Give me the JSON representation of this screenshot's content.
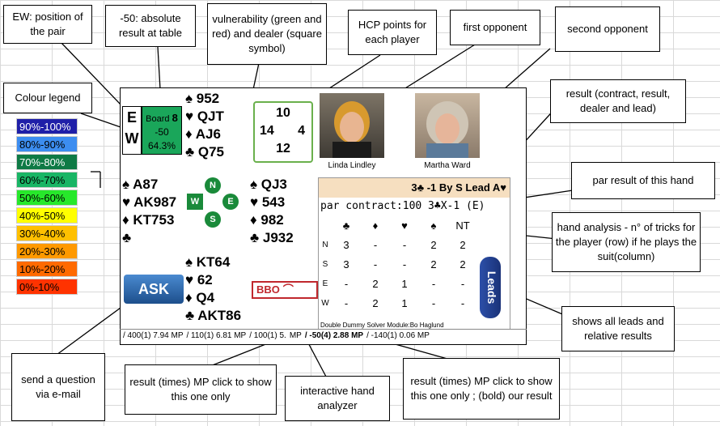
{
  "legend": {
    "title": "Colour legend",
    "items": [
      {
        "label": "90%-100%",
        "color": "#1f1fa8",
        "text_color": "#ffffff"
      },
      {
        "label": "80%-90%",
        "color": "#3c8df0",
        "text_color": "#000000"
      },
      {
        "label": "70%-80%",
        "color": "#0e7a45",
        "text_color": "#ffffff"
      },
      {
        "label": "60%-70%",
        "color": "#19b565",
        "text_color": "#000000"
      },
      {
        "label": "50%-60%",
        "color": "#27e82b",
        "text_color": "#000000"
      },
      {
        "label": "40%-50%",
        "color": "#ffff00",
        "text_color": "#000000"
      },
      {
        "label": "30%-40%",
        "color": "#ffc000",
        "text_color": "#000000"
      },
      {
        "label": "20%-30%",
        "color": "#ff9900",
        "text_color": "#000000"
      },
      {
        "label": "10%-20%",
        "color": "#ff6a00",
        "text_color": "#000000"
      },
      {
        "label": "0%-10%",
        "color": "#ff3300",
        "text_color": "#000000"
      }
    ]
  },
  "callouts": {
    "ew_position": "EW: position of the pair",
    "absolute_result": "-50: absolute result at table",
    "vulnerability": "vulnerability (green and red) and dealer (square symbol)",
    "hcp_points": "HCP points for each player",
    "first_opponent": "first opponent",
    "second_opponent": "second opponent",
    "result_info": "result (contract, result, dealer and lead)",
    "par_result": "par  result of this hand",
    "hand_analysis": "hand analysis - n° of tricks for  the player (row)  if  he plays the suit(column)",
    "leads_info": "shows all leads and relative results",
    "send_question": "send a question via e-mail",
    "result_mp_1": "result  (times) MP click to show this one only",
    "interactive_analyzer": "interactive hand analyzer",
    "result_mp_2": "result (times) MP click to show this one only ; (bold) our result"
  },
  "board": {
    "ew_top": "E",
    "ew_bottom": "W",
    "board_label": "Board",
    "board_number": "8",
    "score": "-50",
    "percent": "64.3%"
  },
  "hcp": {
    "north": "10",
    "west": "14",
    "east": "4",
    "south": "12"
  },
  "compass": {
    "n": "N",
    "e": "E",
    "s": "S",
    "w": "W"
  },
  "hands": {
    "north": {
      "spades": "♠ 952",
      "hearts": "♥ QJT",
      "diamonds": "♦ AJ6",
      "clubs": "♣ Q75"
    },
    "west": {
      "spades": "♠ A87",
      "hearts": "♥ AK987",
      "diamonds": "♦ KT753",
      "clubs": "♣"
    },
    "east": {
      "spades": "♠ QJ3",
      "hearts": "♥ 543",
      "diamonds": "♦ 982",
      "clubs": "♣ J932"
    },
    "south": {
      "spades": "♠ KT64",
      "hearts": "♥ 62",
      "diamonds": "♦ Q4",
      "clubs": "♣ AKT86"
    }
  },
  "players": {
    "first": {
      "name": "Linda Lindley"
    },
    "second": {
      "name": "Martha Ward"
    }
  },
  "result_line": "3♣ -1 By S Lead A♥",
  "par_line": "par  contract:100  3♣X-1 (E)",
  "dd_table": {
    "headers": [
      "♣",
      "♦",
      "♥",
      "♠",
      "NT"
    ],
    "rows": [
      {
        "player": "N",
        "values": [
          "3",
          "-",
          "-",
          "2",
          "2"
        ]
      },
      {
        "player": "S",
        "values": [
          "3",
          "-",
          "-",
          "2",
          "2"
        ]
      },
      {
        "player": "E",
        "values": [
          "-",
          "2",
          "1",
          "-",
          "-"
        ]
      },
      {
        "player": "W",
        "values": [
          "-",
          "2",
          "1",
          "-",
          "-"
        ]
      }
    ],
    "footer": "Double Dummy Solver Module:Bo Haglund"
  },
  "buttons": {
    "ask": "ASK",
    "leads": "Leads",
    "bbo": "BBO"
  },
  "results_bar": {
    "items": [
      {
        "text": "/ 400(1) 7.94 MP",
        "bold": false
      },
      {
        "text": "/ 110(1) 6.81 MP",
        "bold": false
      },
      {
        "text": "/ 100(1) 5.",
        "bold": false
      },
      {
        "text": "MP",
        "bold": false
      },
      {
        "text": "/ -50(4) 2.88 MP",
        "bold": true
      },
      {
        "text": "/ -140(1) 0.06 MP",
        "bold": false
      }
    ]
  }
}
